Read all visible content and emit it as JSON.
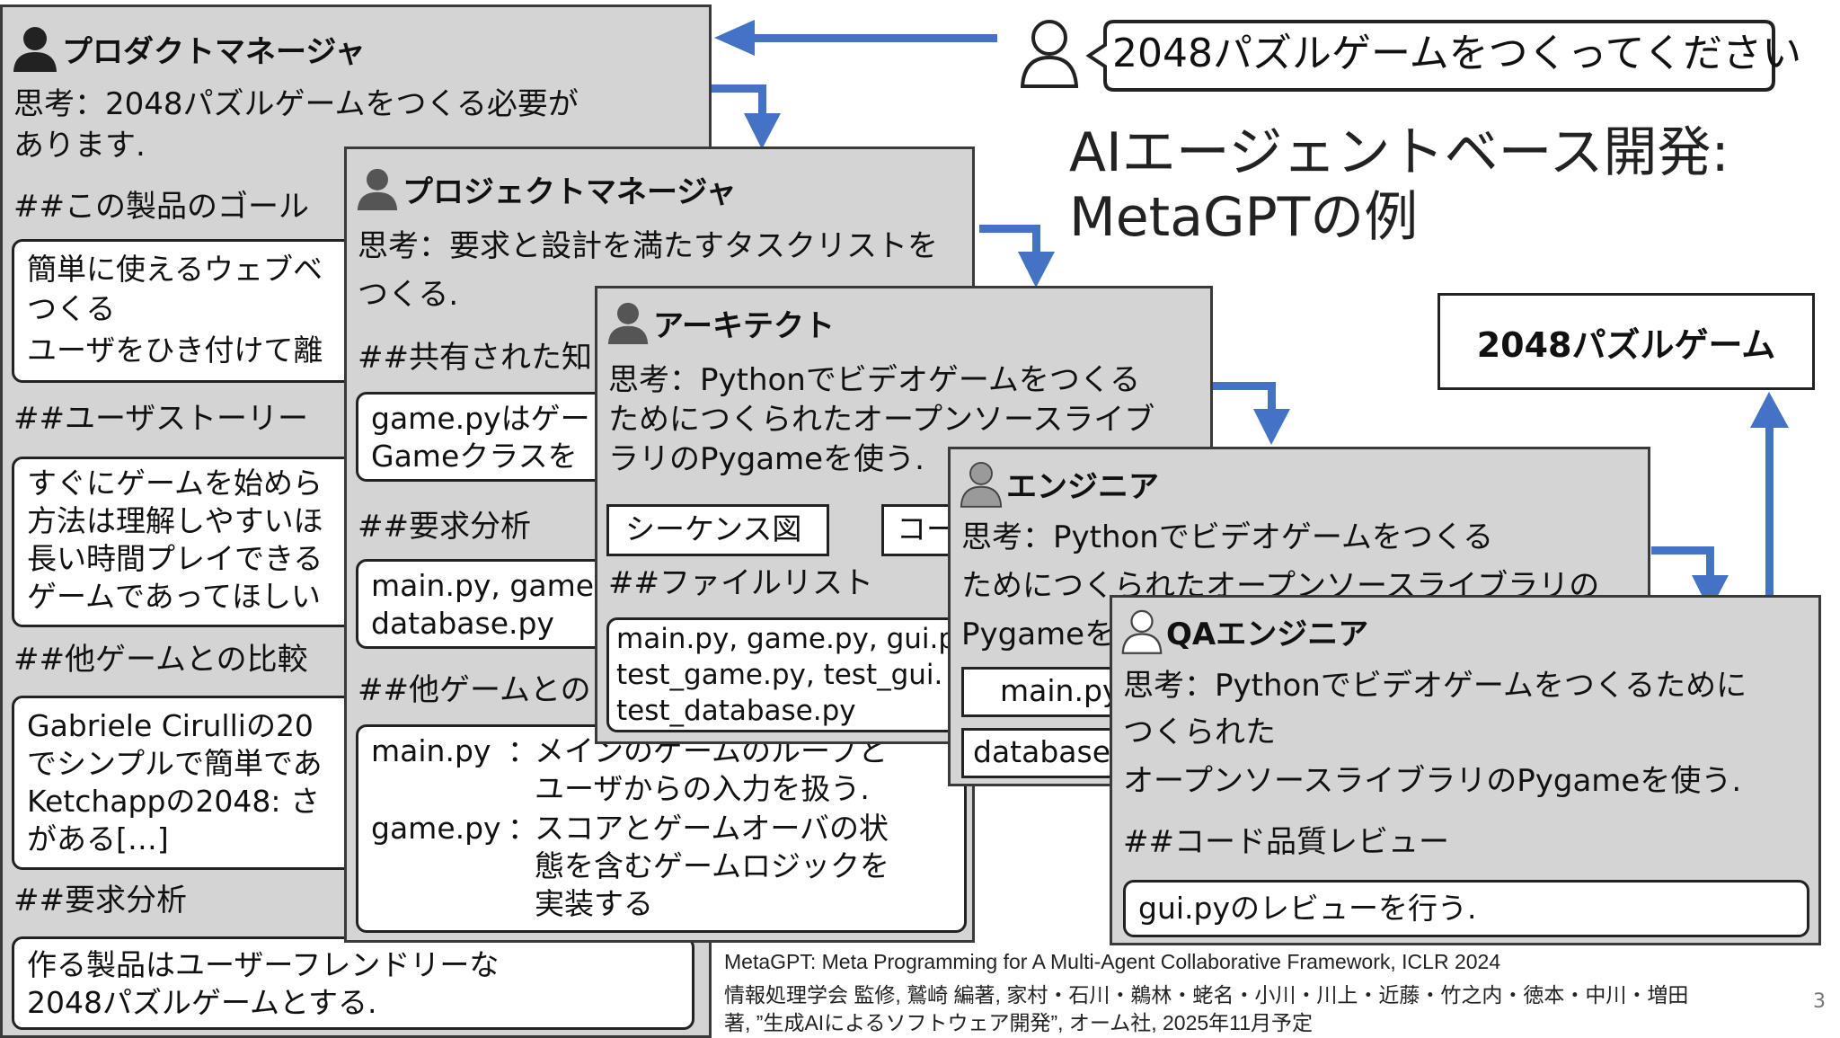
{
  "user": {
    "request": "2048パズルゲームをつくってください"
  },
  "slide_title": {
    "line1": "AIエージェントベース開発:",
    "line2": "MetaGPTの例"
  },
  "output_box": {
    "label": "2048パズルゲーム"
  },
  "product_manager": {
    "role": "プロダクトマネージャ",
    "thought_1": "思考：2048パズルゲームをつくる必要が",
    "thought_2": "あります.",
    "h_goal": "##この製品のゴール",
    "goal_lines": [
      "簡単に使えるウェブベ",
      "つくる",
      "ユーザをひき付けて離"
    ],
    "h_story": "##ユーザストーリー",
    "story_lines": [
      "すぐにゲームを始めら",
      "方法は理解しやすいほ",
      "長い時間プレイできる",
      "ゲームであってほしい"
    ],
    "h_compare": "##他ゲームとの比較",
    "compare_lines": [
      "Gabriele Cirulliの20",
      "でシンプルで簡単であ",
      "Ketchappの2048: さ",
      "がある[…]"
    ],
    "h_req": "##要求分析",
    "req_lines": [
      "作る製品はユーザーフレンドリーな",
      "2048パズルゲームとする."
    ]
  },
  "project_manager": {
    "role": "プロジェクトマネージャ",
    "thought_1": "思考：要求と設計を満たすタスクリストを",
    "thought_2": "つくる.",
    "h_shared": "##共有された知",
    "shared_lines": [
      "game.pyはゲー",
      "Gameクラスを"
    ],
    "h_req": "##要求分析",
    "req_lines": [
      "main.py, game",
      "database.py"
    ],
    "h_compare": "##他ゲームとの",
    "files": [
      {
        "name": "main.py",
        "sep": "：",
        "desc": [
          "メインのゲームのループと",
          "ユーザからの入力を扱う."
        ]
      },
      {
        "name": "game.py",
        "sep": "：",
        "desc": [
          "スコアとゲームオーバの状",
          "態を含むゲームロジックを",
          "実装する"
        ]
      }
    ]
  },
  "architect": {
    "role": "アーキテクト",
    "thought_1": "思考：Pythonでビデオゲームをつくる",
    "thought_2": "ためにつくられたオープンソースライブ",
    "thought_3": "ラリのPygameを使う.",
    "btn_sequence": "シーケンス図",
    "btn_code": "コー",
    "h_files": "##ファイルリスト",
    "file_lines": [
      "main.py, game.py, gui.p",
      "test_game.py, test_gui.",
      "test_database.py"
    ]
  },
  "engineer": {
    "role": "エンジニア",
    "thought_1": "思考：Pythonでビデオゲームをつくる",
    "thought_2": "ためにつくられたオープンソースライブラリの",
    "thought_3": "Pygameを",
    "box1": "main.py",
    "box2": "database."
  },
  "qa_engineer": {
    "role": "QAエンジニア",
    "thought_1": "思考：Pythonでビデオゲームをつくるために",
    "thought_2": "つくられた",
    "thought_3": "オープンソースライブラリのPygameを使う.",
    "h_review": "##コード品質レビュー",
    "review": "gui.pyのレビューを行う."
  },
  "references": {
    "line1": "MetaGPT: Meta Programming for A Multi-Agent Collaborative Framework, ICLR 2024",
    "line2": "情報処理学会 監修, 鷲崎 編著, 家村・石川・鵜林・蛯名・小川・川上・近藤・竹之内・徳本・中川・増田",
    "line3": "著, ”生成AIによるソフトウェア開発”, オーム社, 2025年11月予定"
  },
  "page_number": "3",
  "colors": {
    "arrow": "#4472c4",
    "panel": "#d4d4d4",
    "border": "#3a3a3a"
  }
}
